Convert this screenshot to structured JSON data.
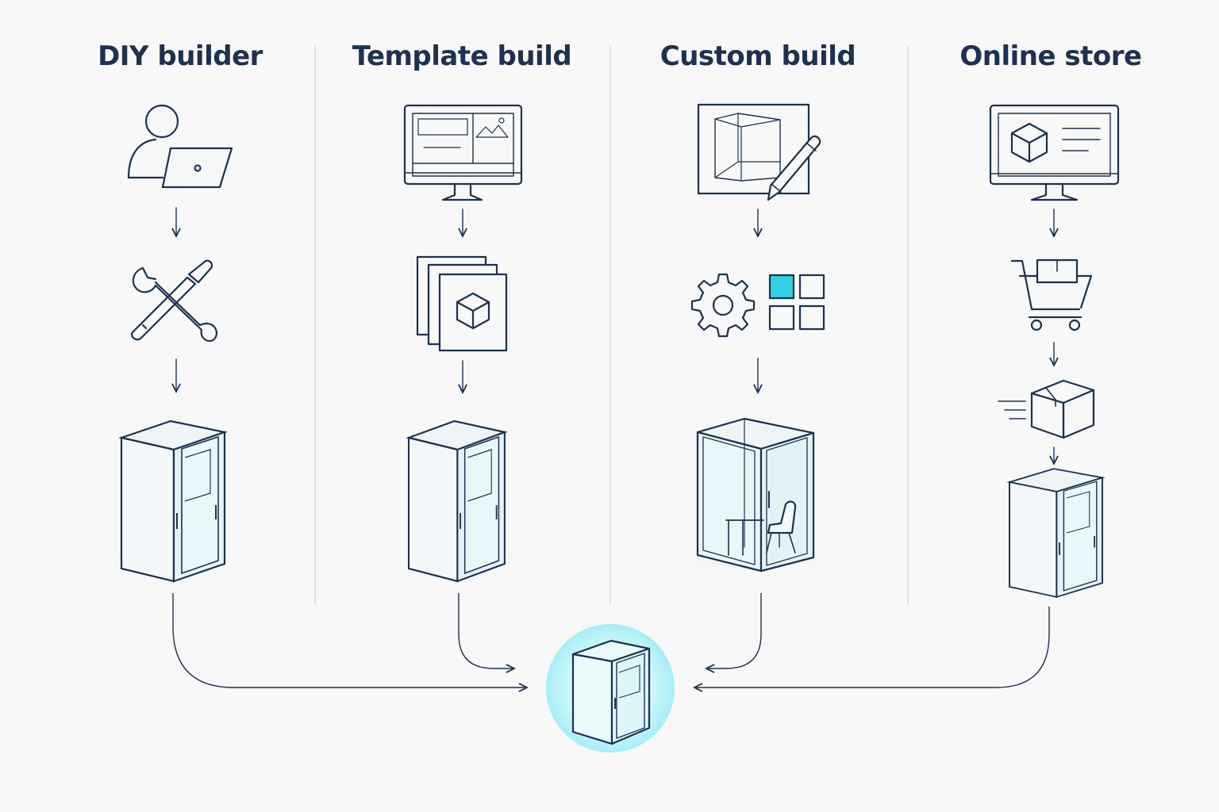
{
  "columns": [
    {
      "title": "DIY builder"
    },
    {
      "title": "Template build"
    },
    {
      "title": "Custom build"
    },
    {
      "title": "Online store"
    }
  ],
  "icons": {
    "diy": [
      "person-laptop-icon",
      "wrench-screwdriver-icon",
      "booth-icon"
    ],
    "template": [
      "monitor-layout-icon",
      "template-stack-icon",
      "booth-icon"
    ],
    "custom": [
      "blueprint-pencil-icon",
      "gear-icon",
      "options-grid-icon",
      "furnished-booth-icon"
    ],
    "online": [
      "monitor-cube-icon",
      "shopping-cart-icon",
      "delivery-box-icon",
      "booth-icon"
    ],
    "result": "booth-icon"
  },
  "colors": {
    "background": "#f7f8f7",
    "line": "#1d3150",
    "accent": "#2fd0e4",
    "accent_glow": "#bff3f8",
    "divider": "#cfd6dd"
  }
}
